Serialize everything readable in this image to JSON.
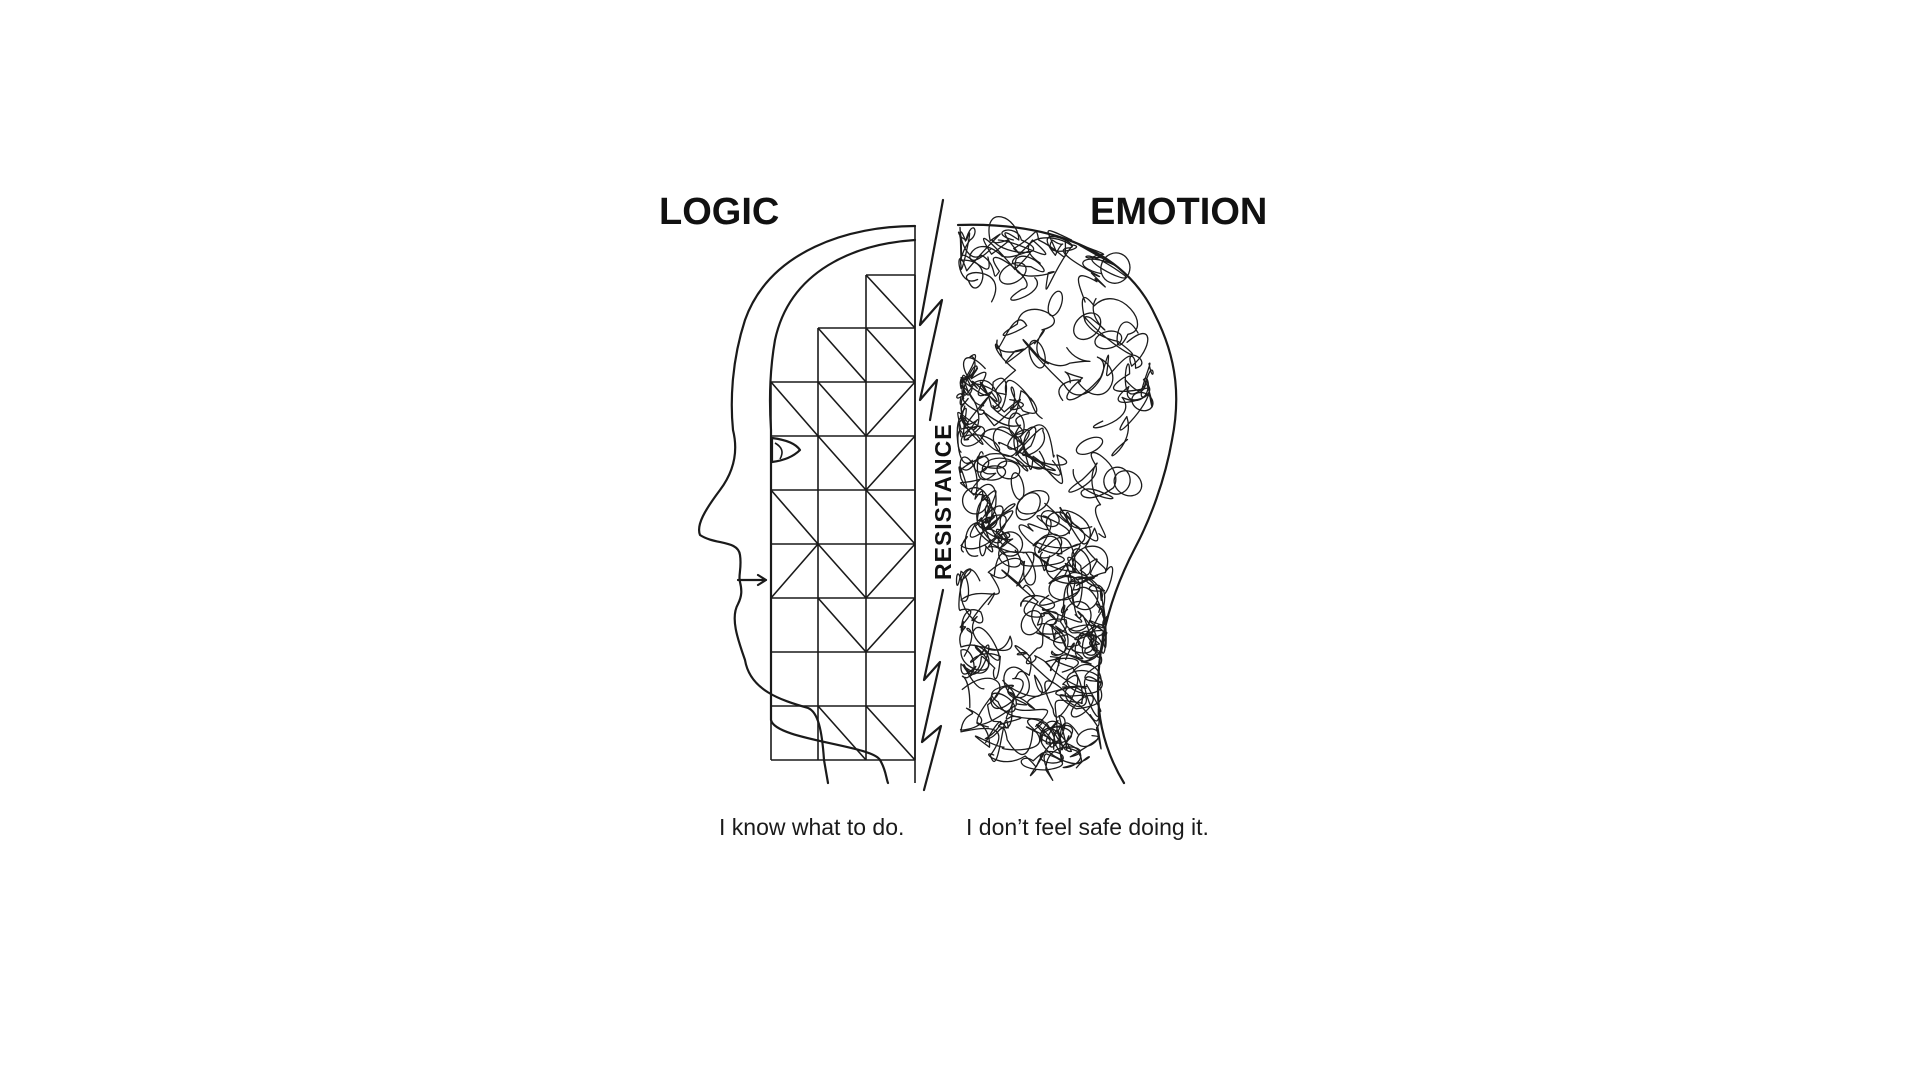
{
  "diagram": {
    "left_heading": "LOGIC",
    "right_heading": "EMOTION",
    "center_label": "RESISTANCE",
    "left_caption": "I know what to do.",
    "right_caption": "I don’t feel safe doing it."
  },
  "colors": {
    "background": "#ffffff",
    "ink": "#1a1a1a"
  }
}
